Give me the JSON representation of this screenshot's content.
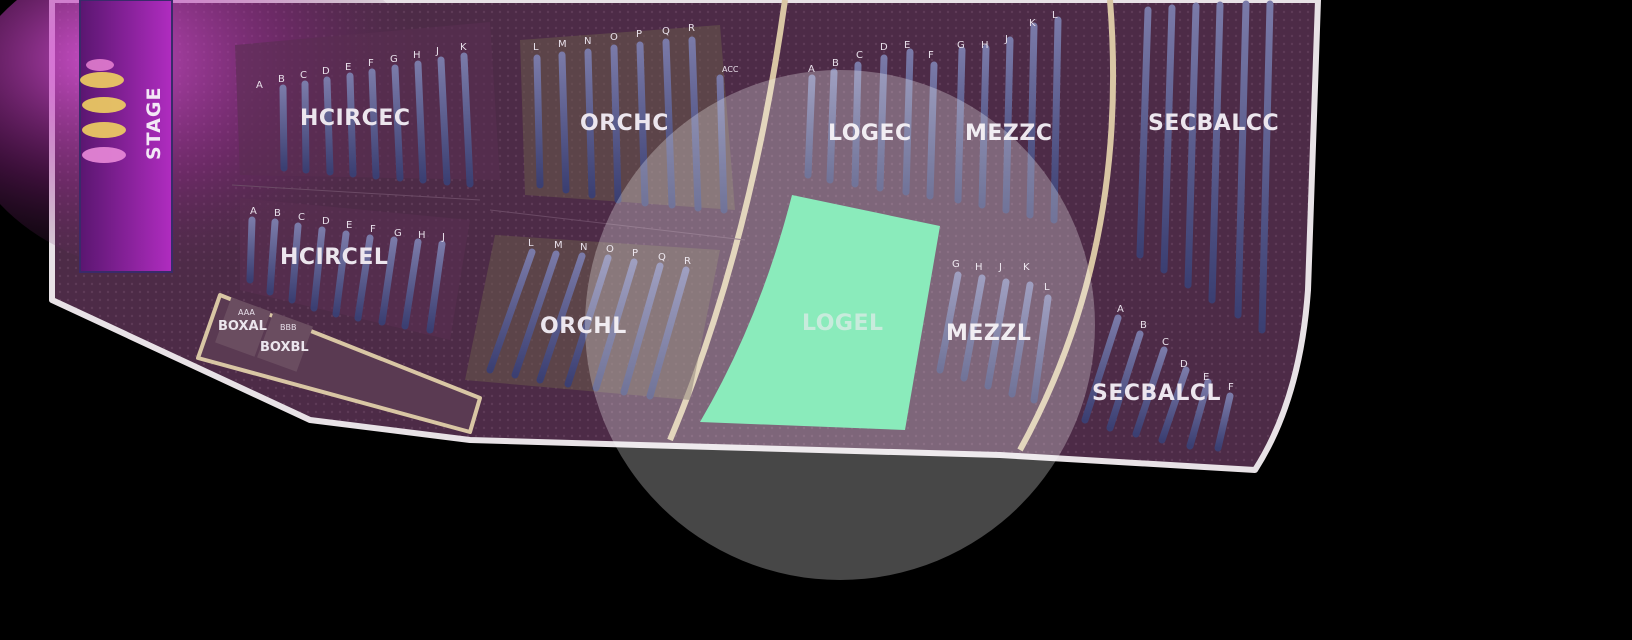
{
  "stage": {
    "label": "STAGE"
  },
  "sections": {
    "hcircec": "HCIRCEC",
    "hcircel": "HCIRCEL",
    "orchc": "ORCHC",
    "orchl": "ORCHL",
    "logec": "LOGEC",
    "logel": "LOGEL",
    "mezzc": "MEZZC",
    "mezzl": "MEZZL",
    "secbalcc": "SECBALCC",
    "secbalcl": "SECBALCL",
    "boxal": "BOXAL",
    "boxbl": "BOXBL"
  },
  "rows": {
    "hcircec": [
      "A",
      "B",
      "C",
      "D",
      "E",
      "F",
      "G",
      "H",
      "J",
      "K"
    ],
    "hcircel": [
      "A",
      "B",
      "C",
      "D",
      "E",
      "F",
      "G",
      "H",
      "J"
    ],
    "orchc": [
      "L",
      "M",
      "N",
      "O",
      "P",
      "Q",
      "R"
    ],
    "orchc_acc": "ACC",
    "orchl": [
      "L",
      "M",
      "N",
      "O",
      "P",
      "Q",
      "R"
    ],
    "logec": [
      "A",
      "B",
      "C",
      "D",
      "E",
      "F"
    ],
    "mezzc": [
      "G",
      "H",
      "J",
      "K",
      "L"
    ],
    "mezzl": [
      "G",
      "H",
      "J",
      "K",
      "L"
    ],
    "secbalcl": [
      "A",
      "B",
      "C",
      "D",
      "E",
      "F"
    ],
    "boxal": "AAA",
    "boxbl": "BBB"
  },
  "colors": {
    "highlight": "#5ee3a1",
    "venue_floor": "#4a2a45",
    "stage": "#a028b0",
    "outline": "#e8e2e6",
    "aisle": "#d9c6a4"
  },
  "selected_section": "LOGEL"
}
